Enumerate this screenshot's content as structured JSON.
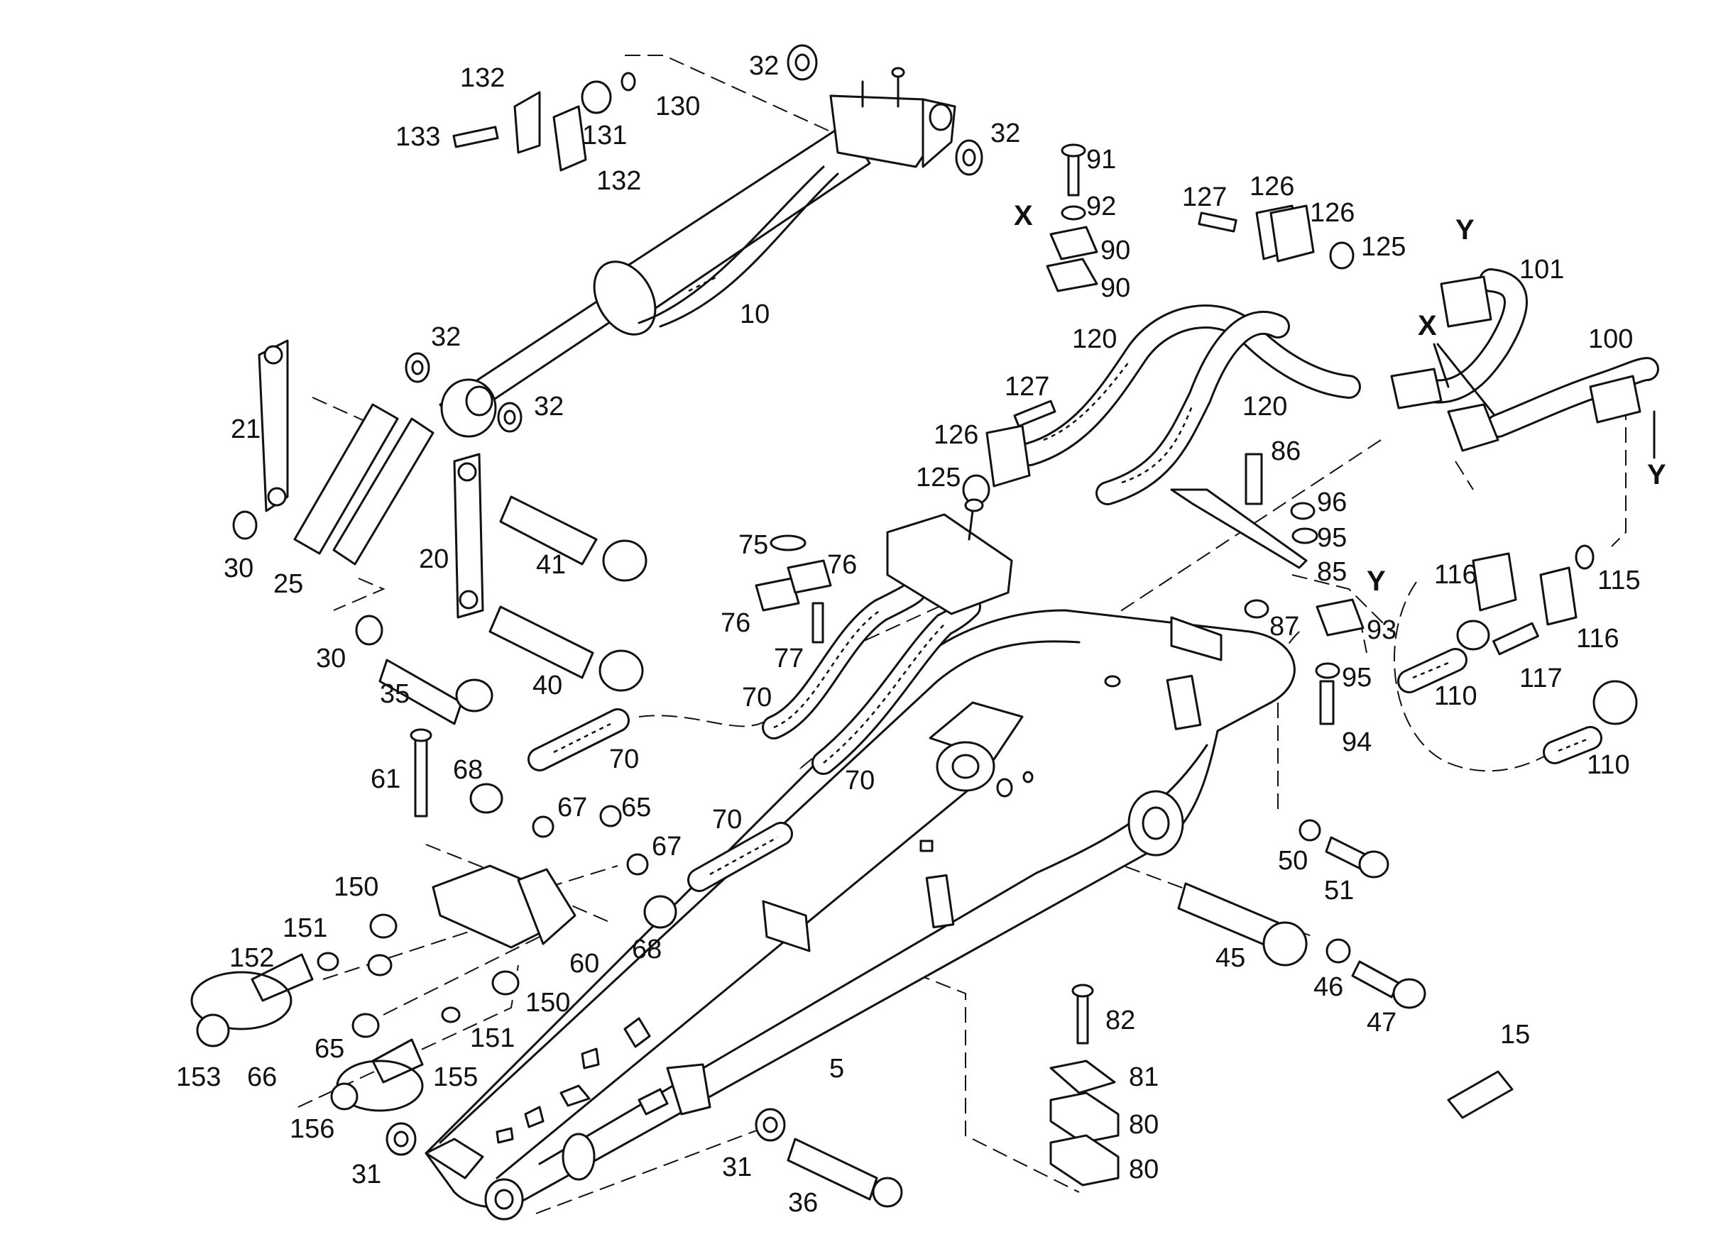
{
  "diagram": {
    "part_labels": [
      {
        "id": "p132a",
        "text": "132"
      },
      {
        "id": "p132b",
        "text": "132"
      },
      {
        "id": "p133",
        "text": "133"
      },
      {
        "id": "p131",
        "text": "131"
      },
      {
        "id": "p130",
        "text": "130"
      },
      {
        "id": "p32a",
        "text": "32"
      },
      {
        "id": "p32b",
        "text": "32"
      },
      {
        "id": "p32c",
        "text": "32"
      },
      {
        "id": "p32d",
        "text": "32"
      },
      {
        "id": "p10",
        "text": "10"
      },
      {
        "id": "p21",
        "text": "21"
      },
      {
        "id": "p30a",
        "text": "30"
      },
      {
        "id": "p25",
        "text": "25"
      },
      {
        "id": "p20",
        "text": "20"
      },
      {
        "id": "p41",
        "text": "41"
      },
      {
        "id": "p30b",
        "text": "30"
      },
      {
        "id": "p35",
        "text": "35"
      },
      {
        "id": "p40",
        "text": "40"
      },
      {
        "id": "p91",
        "text": "91"
      },
      {
        "id": "p92",
        "text": "92"
      },
      {
        "id": "p90a",
        "text": "90"
      },
      {
        "id": "p90b",
        "text": "90"
      },
      {
        "id": "p127a",
        "text": "127"
      },
      {
        "id": "p126a",
        "text": "126"
      },
      {
        "id": "p126b",
        "text": "126"
      },
      {
        "id": "p125a",
        "text": "125"
      },
      {
        "id": "p101",
        "text": "101"
      },
      {
        "id": "p120a",
        "text": "120"
      },
      {
        "id": "p100",
        "text": "100"
      },
      {
        "id": "p127b",
        "text": "127"
      },
      {
        "id": "p126c",
        "text": "126"
      },
      {
        "id": "p120b",
        "text": "120"
      },
      {
        "id": "p125b",
        "text": "125"
      },
      {
        "id": "p86",
        "text": "86"
      },
      {
        "id": "p96",
        "text": "96"
      },
      {
        "id": "p95a",
        "text": "95"
      },
      {
        "id": "p85",
        "text": "85"
      },
      {
        "id": "p87",
        "text": "87"
      },
      {
        "id": "p93",
        "text": "93"
      },
      {
        "id": "p95b",
        "text": "95"
      },
      {
        "id": "p94",
        "text": "94"
      },
      {
        "id": "p116a",
        "text": "116"
      },
      {
        "id": "p115",
        "text": "115"
      },
      {
        "id": "p116b",
        "text": "116"
      },
      {
        "id": "p117",
        "text": "117"
      },
      {
        "id": "p110a",
        "text": "110"
      },
      {
        "id": "p110b",
        "text": "110"
      },
      {
        "id": "p75",
        "text": "75"
      },
      {
        "id": "p76a",
        "text": "76"
      },
      {
        "id": "p76b",
        "text": "76"
      },
      {
        "id": "p77",
        "text": "77"
      },
      {
        "id": "p70a",
        "text": "70"
      },
      {
        "id": "p70b",
        "text": "70"
      },
      {
        "id": "p70c",
        "text": "70"
      },
      {
        "id": "p70d",
        "text": "70"
      },
      {
        "id": "p61",
        "text": "61"
      },
      {
        "id": "p68a",
        "text": "68"
      },
      {
        "id": "p67a",
        "text": "67"
      },
      {
        "id": "p65a",
        "text": "65"
      },
      {
        "id": "p67b",
        "text": "67"
      },
      {
        "id": "p150a",
        "text": "150"
      },
      {
        "id": "p151a",
        "text": "151"
      },
      {
        "id": "p152",
        "text": "152"
      },
      {
        "id": "p68b",
        "text": "68"
      },
      {
        "id": "p60",
        "text": "60"
      },
      {
        "id": "p150b",
        "text": "150"
      },
      {
        "id": "p65b",
        "text": "65"
      },
      {
        "id": "p151b",
        "text": "151"
      },
      {
        "id": "p153",
        "text": "153"
      },
      {
        "id": "p66",
        "text": "66"
      },
      {
        "id": "p155",
        "text": "155"
      },
      {
        "id": "p156",
        "text": "156"
      },
      {
        "id": "p31a",
        "text": "31"
      },
      {
        "id": "p31b",
        "text": "31"
      },
      {
        "id": "p36",
        "text": "36"
      },
      {
        "id": "p5",
        "text": "5"
      },
      {
        "id": "p82",
        "text": "82"
      },
      {
        "id": "p81",
        "text": "81"
      },
      {
        "id": "p80a",
        "text": "80"
      },
      {
        "id": "p80b",
        "text": "80"
      },
      {
        "id": "p50",
        "text": "50"
      },
      {
        "id": "p51",
        "text": "51"
      },
      {
        "id": "p45",
        "text": "45"
      },
      {
        "id": "p46",
        "text": "46"
      },
      {
        "id": "p47",
        "text": "47"
      },
      {
        "id": "p15",
        "text": "15"
      }
    ],
    "markers": [
      {
        "id": "mXa",
        "text": "X"
      },
      {
        "id": "mXb",
        "text": "X"
      },
      {
        "id": "mYa",
        "text": "Y"
      },
      {
        "id": "mYb",
        "text": "Y"
      },
      {
        "id": "mYc",
        "text": "Y"
      }
    ]
  }
}
